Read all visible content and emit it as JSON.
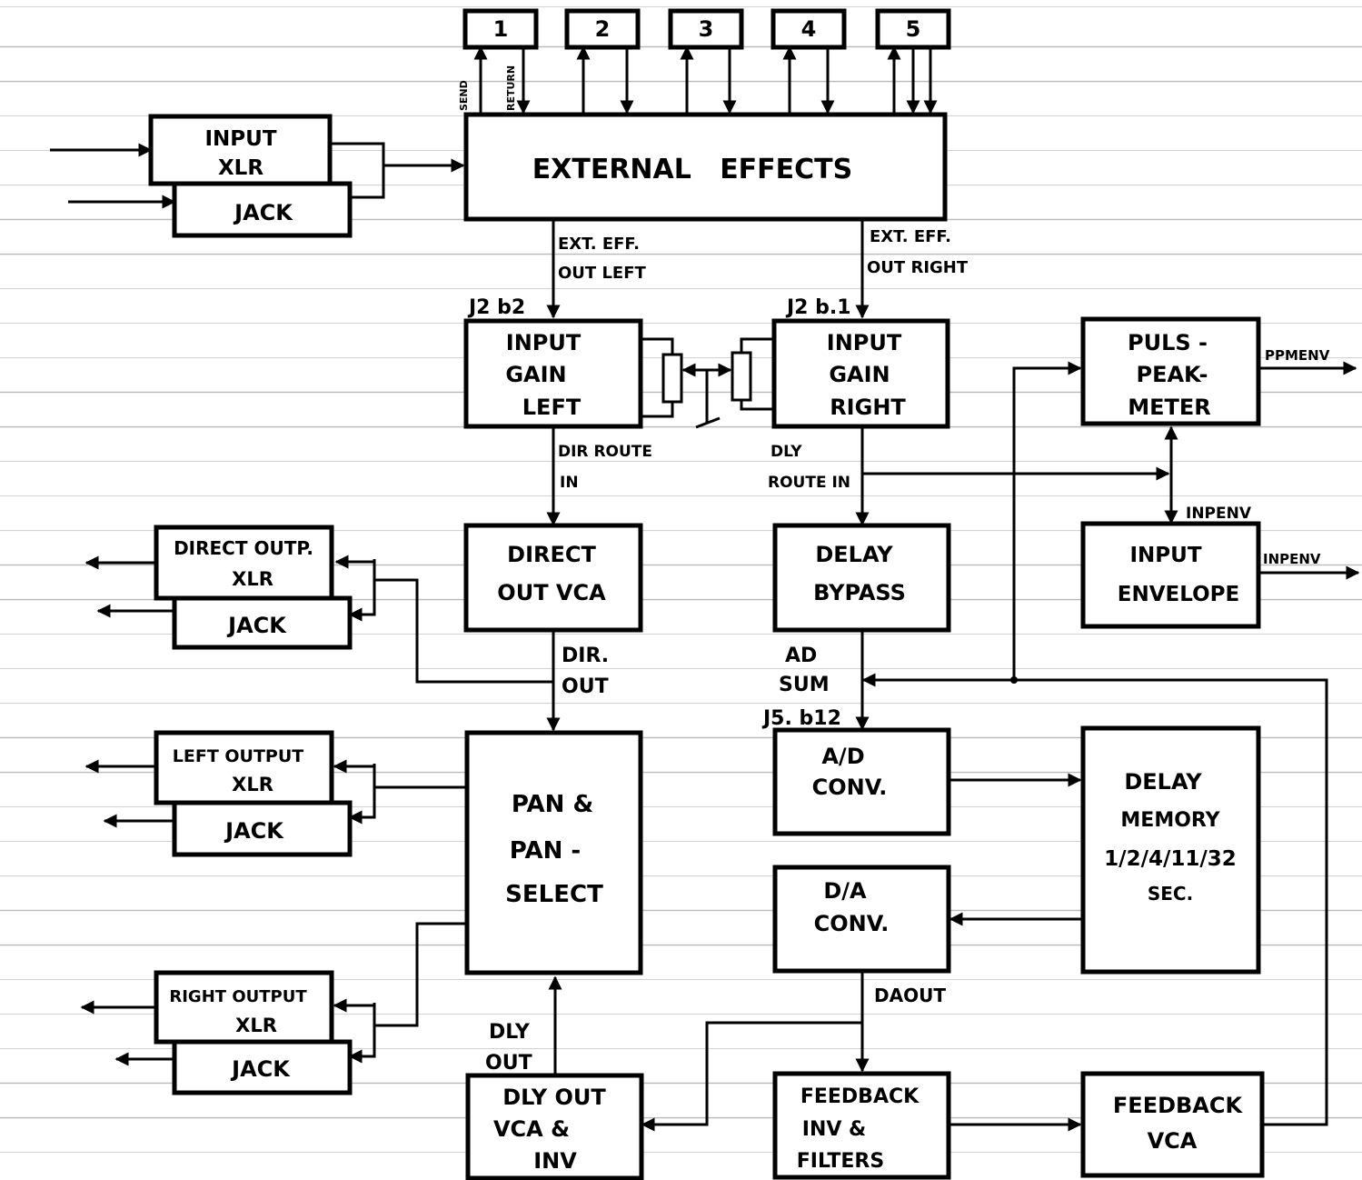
{
  "fx_ports": [
    "1",
    "2",
    "3",
    "4",
    "5"
  ],
  "send_label": "SEND",
  "return_label": "RETURN",
  "blocks": {
    "input_xlr": [
      "INPUT",
      "XLR"
    ],
    "input_jack": [
      "JACK"
    ],
    "external_effects": [
      "EXTERNAL   EFFECTS"
    ],
    "input_gain_left": [
      "INPUT",
      "GAIN",
      "LEFT"
    ],
    "input_gain_right": [
      "INPUT",
      "GAIN",
      "RIGHT"
    ],
    "puls_peak_meter": [
      "PULS -",
      "PEAK-",
      "METER"
    ],
    "input_envelope": [
      "INPUT",
      "ENVELOPE"
    ],
    "direct_out_vca": [
      "DIRECT",
      "OUT VCA"
    ],
    "delay_bypass": [
      "DELAY",
      "BYPASS"
    ],
    "direct_outp_xlr": [
      "DIRECT OUTP.",
      "XLR"
    ],
    "direct_jack": [
      "JACK"
    ],
    "pan_select": [
      "PAN &",
      "PAN -",
      "SELECT"
    ],
    "ad_conv": [
      "A/D",
      "CONV."
    ],
    "delay_memory": [
      "DELAY",
      "MEMORY",
      "1/2/4/11/32",
      "SEC."
    ],
    "da_conv": [
      "D/A",
      "CONV."
    ],
    "left_output_xlr": [
      "LEFT OUTPUT",
      "XLR"
    ],
    "left_jack": [
      "JACK"
    ],
    "right_output_xlr": [
      "RIGHT OUTPUT",
      "XLR"
    ],
    "right_jack": [
      "JACK"
    ],
    "dly_out_vca": [
      "DLY OUT",
      "VCA &",
      "INV"
    ],
    "feedback_inv": [
      "FEEDBACK",
      "INV &",
      "FILTERS"
    ],
    "feedback_vca": [
      "FEEDBACK",
      "VCA"
    ]
  },
  "signals": {
    "ext_eff_out_left": [
      "EXT. EFF.",
      "OUT LEFT"
    ],
    "ext_eff_out_right": [
      "EXT. EFF.",
      "OUT RIGHT"
    ],
    "j2b2": "J2 b2",
    "j2b1": "J2 b.1",
    "dir_route_in": [
      "DIR ROUTE",
      "IN"
    ],
    "dly_route_in": [
      "DLY",
      "ROUTE IN"
    ],
    "ppmenv": "PPMENV",
    "inpenv_top": "INPENV",
    "inpenv_out": "INPENV",
    "dir_out": [
      "DIR.",
      "OUT"
    ],
    "ad_sum": [
      "AD",
      "SUM"
    ],
    "j5b12": "J5. b12",
    "daout": "DAOUT",
    "dly_out": [
      "DLY",
      "OUT"
    ]
  }
}
